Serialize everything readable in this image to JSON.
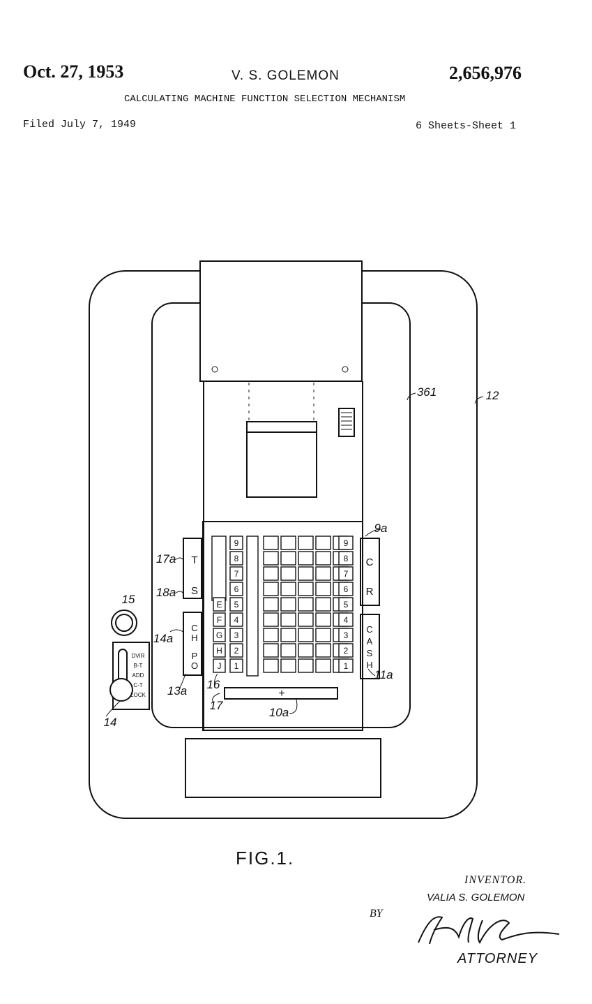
{
  "header": {
    "date": "Oct. 27, 1953",
    "inventor": "V. S. GOLEMON",
    "patent_number": "2,656,976",
    "title": "CALCULATING MACHINE FUNCTION SELECTION MECHANISM",
    "filed": "Filed July 7, 1949",
    "sheets": "6 Sheets-Sheet 1"
  },
  "figure": {
    "label": "FIG.1.",
    "refs": {
      "r361": "361",
      "r12": "12",
      "r9a": "9a",
      "r17a": "17a",
      "r18a": "18a",
      "r15": "15",
      "r14a": "14a",
      "r13a": "13a",
      "r14": "14",
      "r16": "16",
      "r17": "17",
      "r10a": "10a",
      "r11a": "11a"
    },
    "bar_plus": "+",
    "left_keys": [
      "T",
      "S"
    ],
    "left_keys_lower": [
      "CH",
      "PO"
    ],
    "right_keys": [
      "C",
      "R"
    ],
    "right_key_long": "CASH",
    "letter_keys": [
      "E",
      "F",
      "G",
      "H",
      "J"
    ],
    "digits_desc": [
      "9",
      "8",
      "7",
      "6",
      "5",
      "4",
      "3",
      "2",
      "1"
    ],
    "selector_labels": [
      "DVIR",
      "B-T",
      "ADD",
      "C-T",
      "LOCK"
    ]
  },
  "signature": {
    "inventor_label": "INVENTOR.",
    "inventor_name": "VALIA S. GOLEMON",
    "by": "BY",
    "attorney": "ATTORNEY"
  }
}
